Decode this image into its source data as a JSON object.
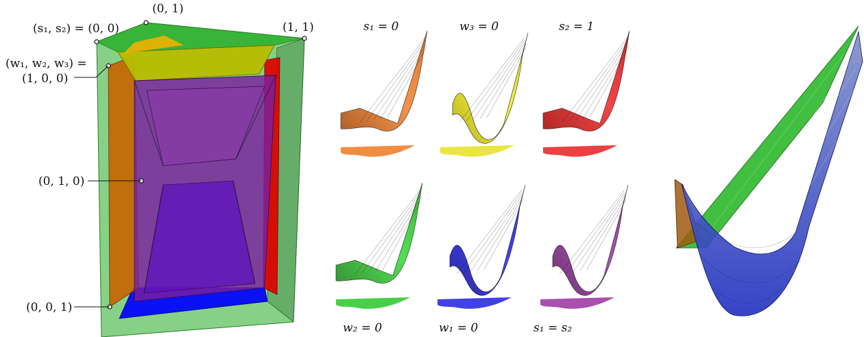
{
  "polytope": {
    "labels": {
      "s_origin": "(s₁, s₂) = (0, 0)",
      "top_01": "(0, 1)",
      "top_11": "(1, 1)",
      "w_header": "(w₁, w₂, w₃) =",
      "w_100": "(1, 0, 0)",
      "w_010": "(0, 1, 0)",
      "w_001": "(0, 0, 1)"
    },
    "colors": {
      "box_green": "#3cb43c",
      "orange": "#c86400",
      "yellow": "#c8c800",
      "red": "#dc0000",
      "purple": "#7a1fa0",
      "blue": "#0000ff"
    }
  },
  "panels": [
    {
      "label": "s₁ = 0",
      "color": "#f07820",
      "icon": "orange-surface"
    },
    {
      "label": "w₃ = 0",
      "color": "#e8e020",
      "icon": "yellow-surface"
    },
    {
      "label": "s₂ = 1",
      "color": "#e82020",
      "icon": "red-surface"
    },
    {
      "label": "w₂ = 0",
      "color": "#28c828",
      "icon": "green-surface"
    },
    {
      "label": "w₁ = 0",
      "color": "#2020e0",
      "icon": "blue-surface"
    },
    {
      "label": "s₁ = s₂",
      "color": "#9a30a0",
      "icon": "purple-surface"
    }
  ]
}
